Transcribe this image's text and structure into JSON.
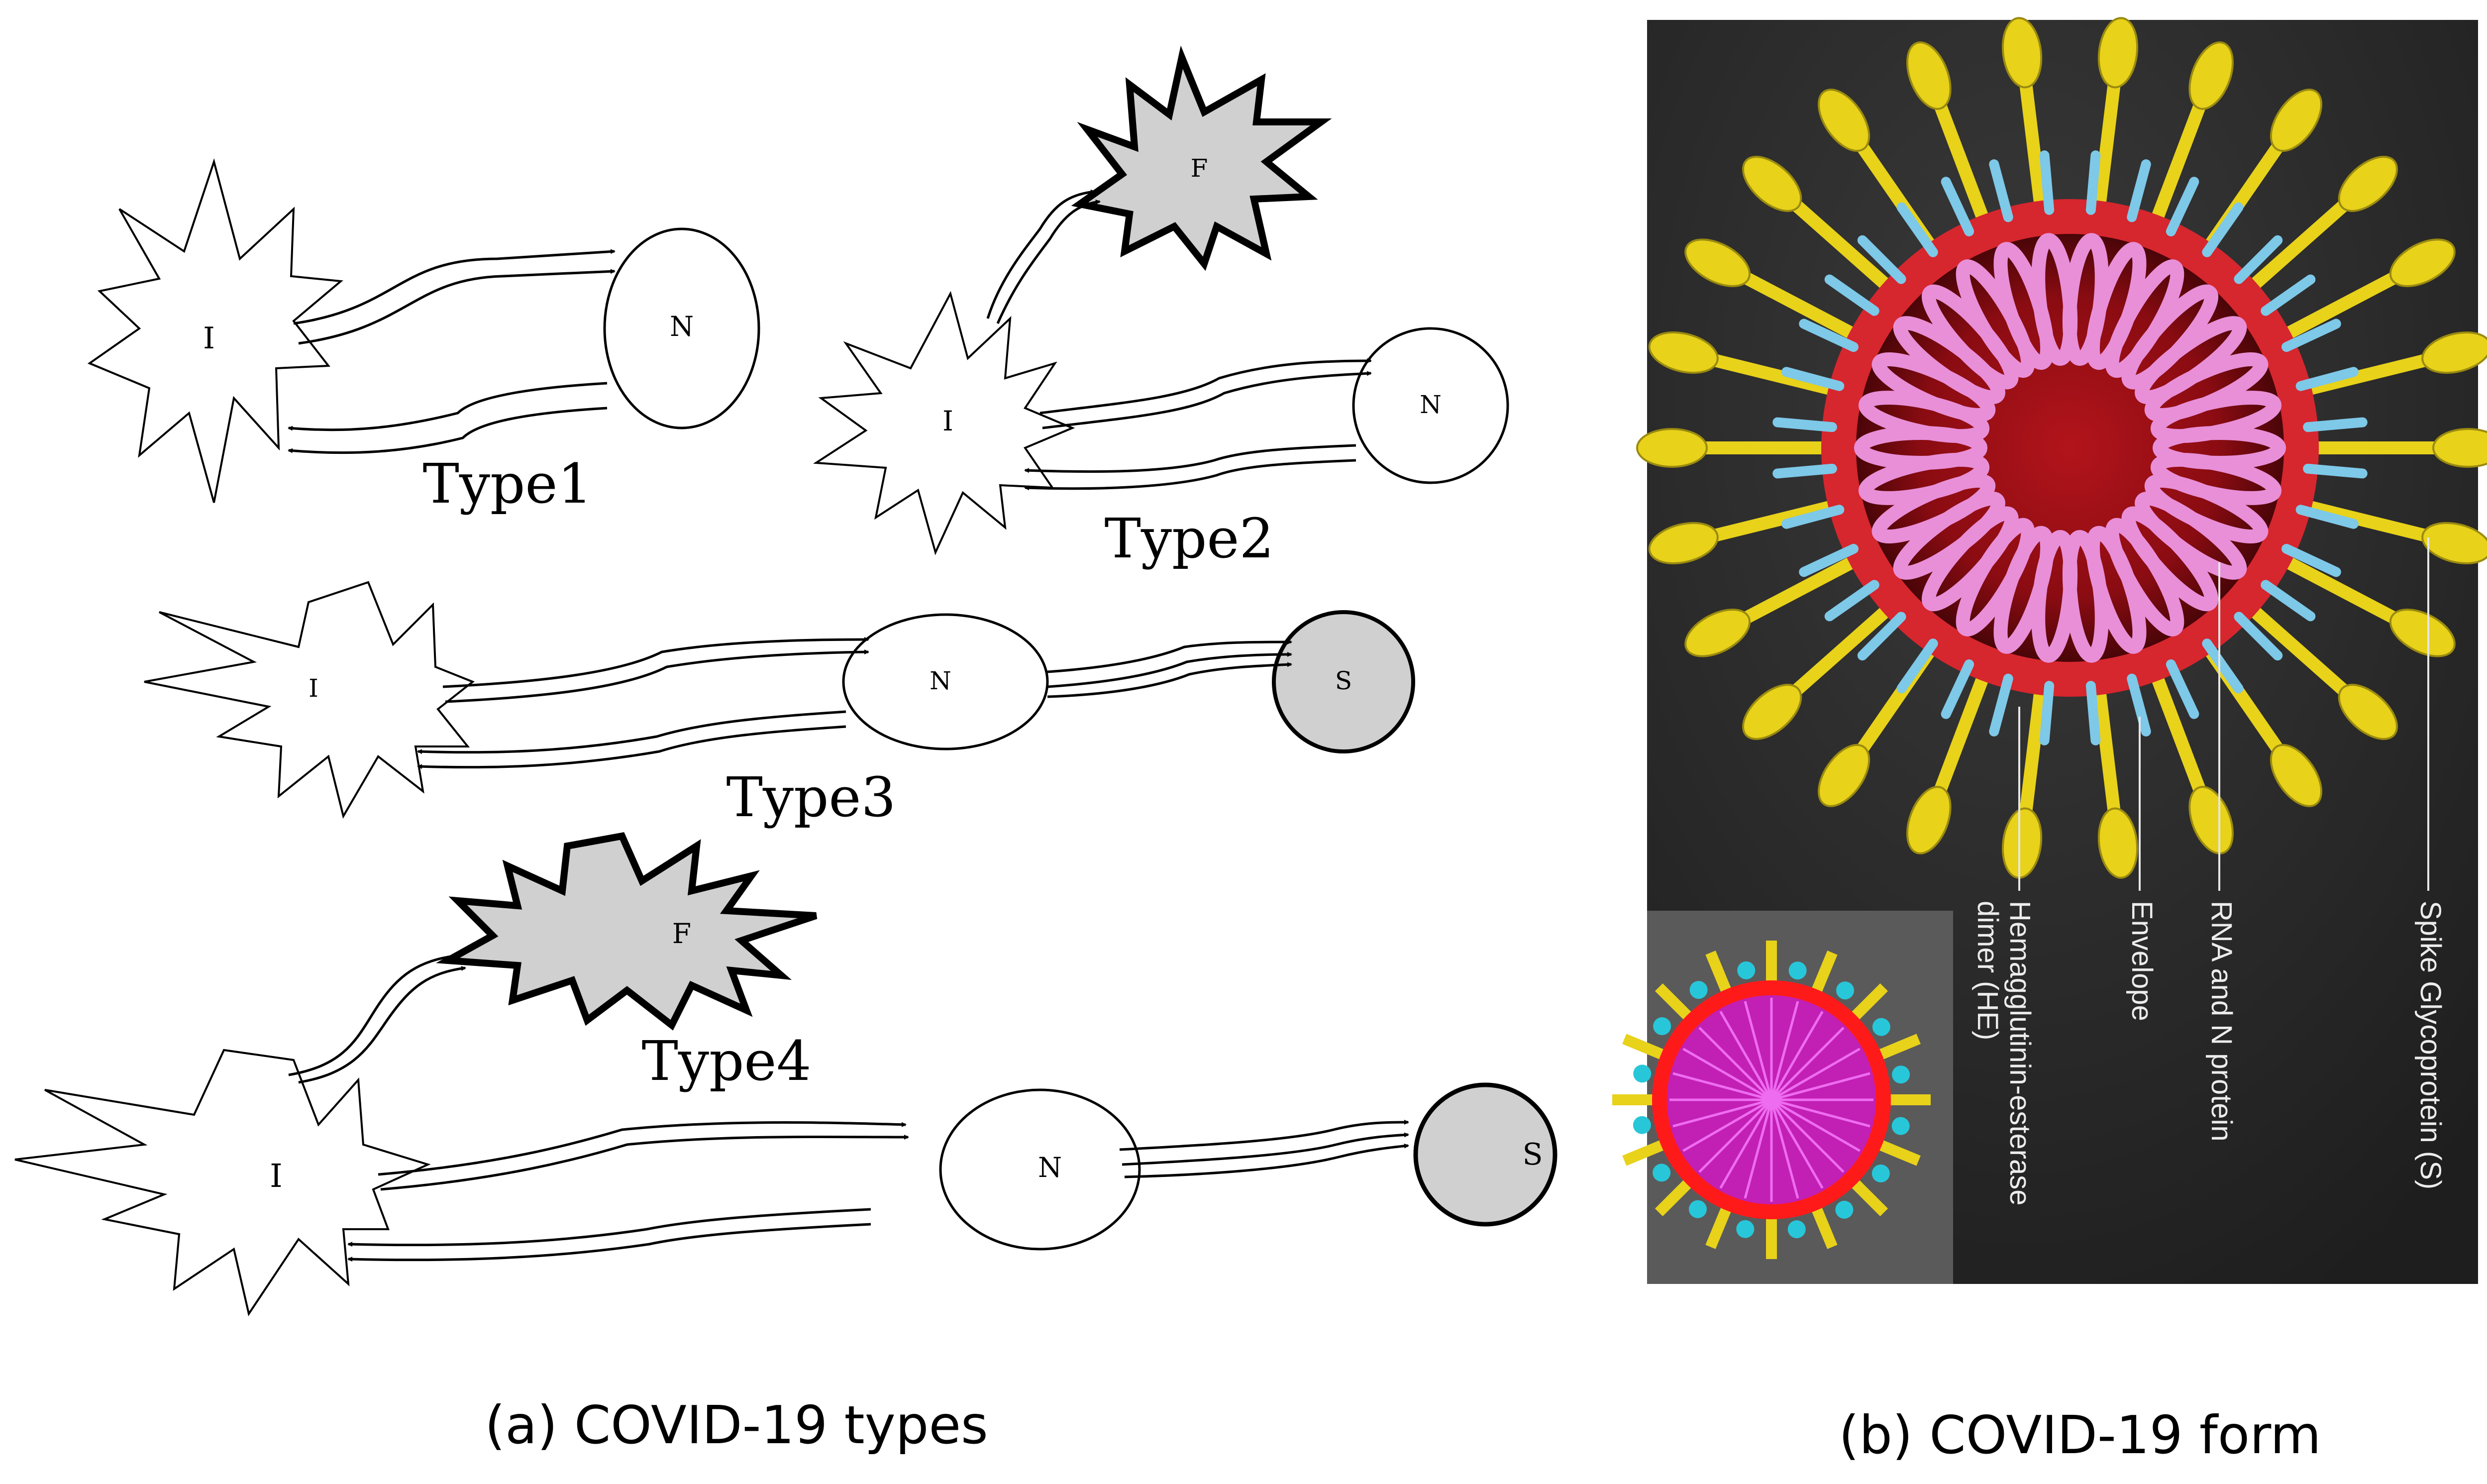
{
  "panel_a": {
    "caption": "(a)  COVID-19 types",
    "types": [
      {
        "label": "Type1",
        "nodes": [
          "I",
          "N"
        ]
      },
      {
        "label": "Type2",
        "nodes": [
          "F",
          "I",
          "N"
        ]
      },
      {
        "label": "Type3",
        "nodes": [
          "I",
          "N",
          "S"
        ]
      },
      {
        "label": "Type4",
        "nodes": [
          "F",
          "I",
          "N",
          "S"
        ]
      }
    ]
  },
  "panel_b": {
    "caption": "(b)  COVID-19 form",
    "labels": {
      "he": "Hemagglutinin-esterase dimer (HE)",
      "envelope": "Envelope",
      "rna": "RNA and N protein",
      "spike": "Spike Glycoprotein (S)"
    }
  },
  "colors": {
    "virus_background": "#2b2b2b",
    "spike": "#e8d21a",
    "envelope": "#d6262e",
    "rna": "#e88fd8",
    "he": "#7ec8e8",
    "node_grey": "#d0d0d0"
  }
}
